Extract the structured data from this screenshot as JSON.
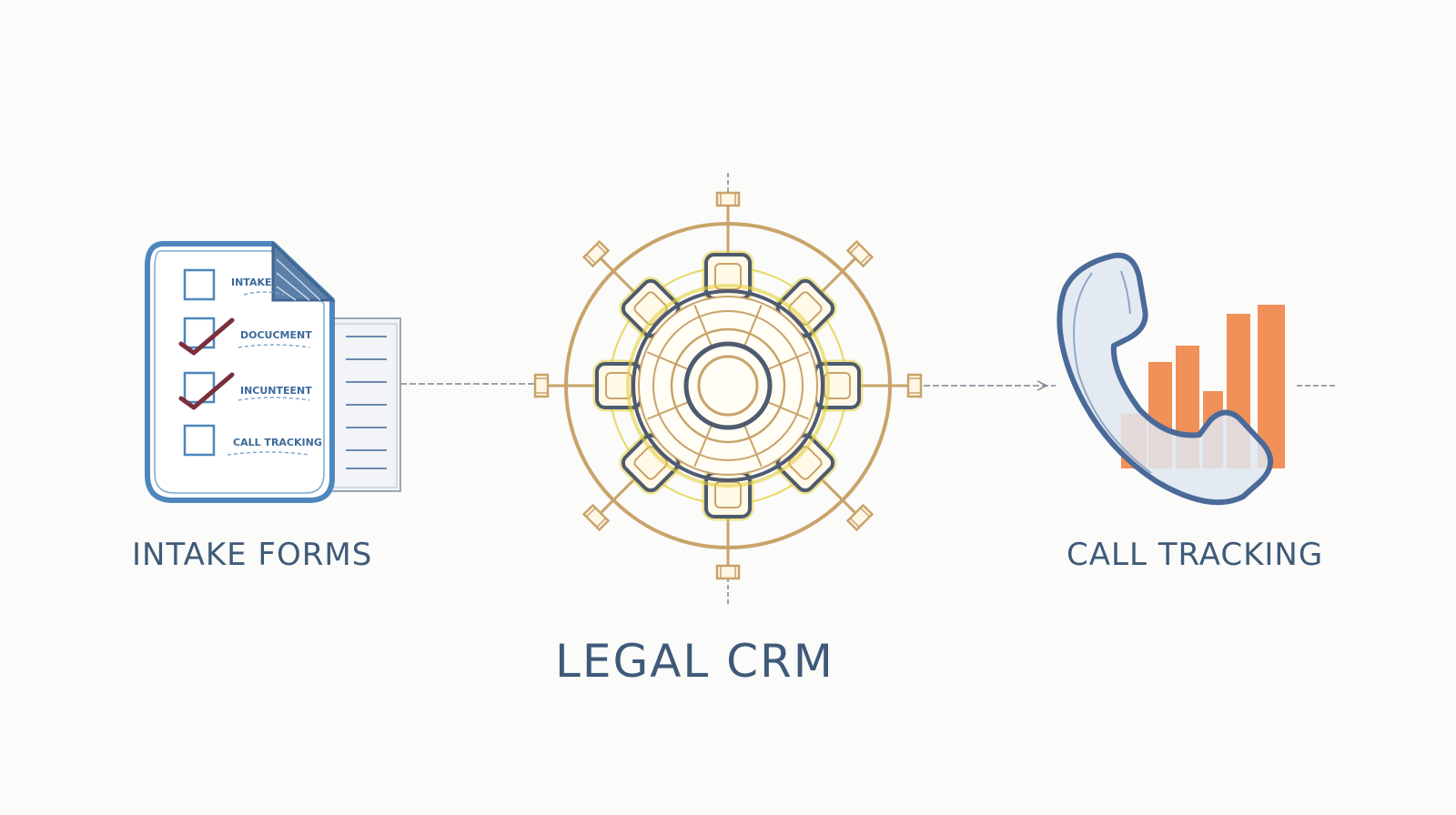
{
  "labels": {
    "intake_forms": "INTAKE FORMS",
    "legal_crm": "LEGAL CRM",
    "call_tracking": "CALL TRACKING"
  },
  "form_items": [
    {
      "text": "INTAKE",
      "checked": false
    },
    {
      "text": "DOCUCMENT",
      "checked": true
    },
    {
      "text": "INCUNTEENT",
      "checked": true
    },
    {
      "text": "CALL TRACKING",
      "checked": false
    }
  ],
  "icons": {
    "left": "document-checklist-icon",
    "center": "gear-hub-icon",
    "right": "phone-with-bars-icon"
  },
  "colors": {
    "label_text": "#3f5a78",
    "document_blue": "#4d86bd",
    "checkmark": "#7a2f3d",
    "gear_tan": "#c9a36a",
    "gear_outline": "#4e5a6e",
    "gear_glow": "#e4d13a",
    "phone_blue": "#4a6a99",
    "bars_orange": "#ee7c3b"
  }
}
